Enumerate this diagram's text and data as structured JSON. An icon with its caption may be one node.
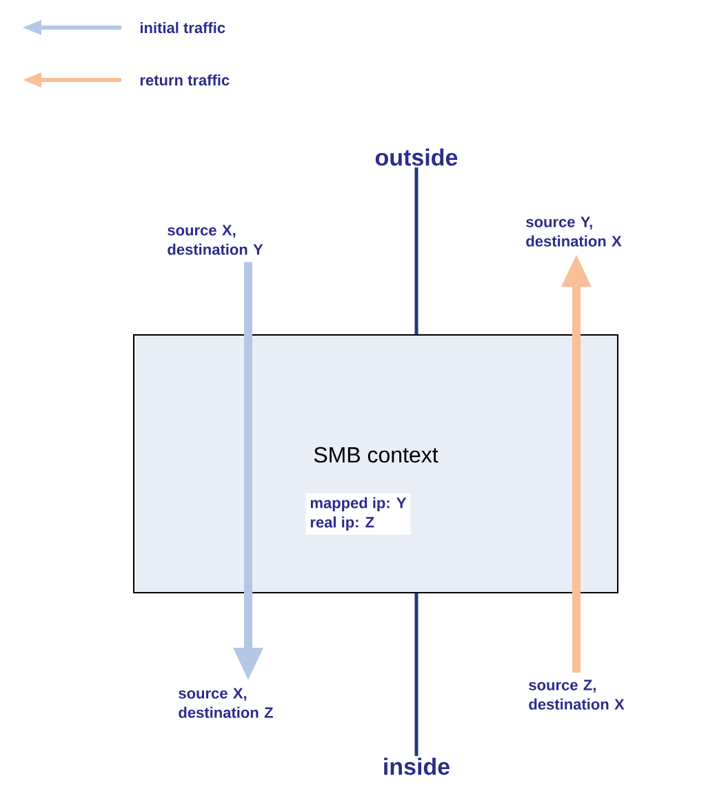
{
  "diagram": {
    "nodes": [
      {
        "text": [
          "SMB context"
        ]
      },
      {
        "text": [
          "mapped ip: Y",
          "real ip: Z"
        ],
        "in": 0
      },
      {
        "text": [
          "source X, destination Y"
        ]
      },
      {
        "text": [
          "source X, destination Z"
        ]
      },
      {
        "text": [
          "source Z, destination X"
        ]
      },
      {
        "text": [
          "source Y, destination X"
        ]
      },
      {
        "text": [
          "outside"
        ]
      },
      {
        "text": [
          "inside"
        ]
      }
    ],
    "edges": [
      {
        "from": 2,
        "to": 3,
        "arrow": "to",
        "style": "thick",
        "color": "#b4c7e7"
      },
      {
        "from": 4,
        "to": 5,
        "arrow": "to",
        "style": "thick",
        "color": "#f8bf98"
      },
      {
        "from": 6,
        "to": 0,
        "arrow": "none",
        "color": "#1f3b70"
      },
      {
        "from": 0,
        "to": 7,
        "arrow": "none",
        "color": "#1f3b70"
      }
    ],
    "legend": [
      {
        "text": "initial traffic",
        "color": "#b4c7e7"
      },
      {
        "text": "return traffic",
        "color": "#f8bf98"
      }
    ]
  }
}
